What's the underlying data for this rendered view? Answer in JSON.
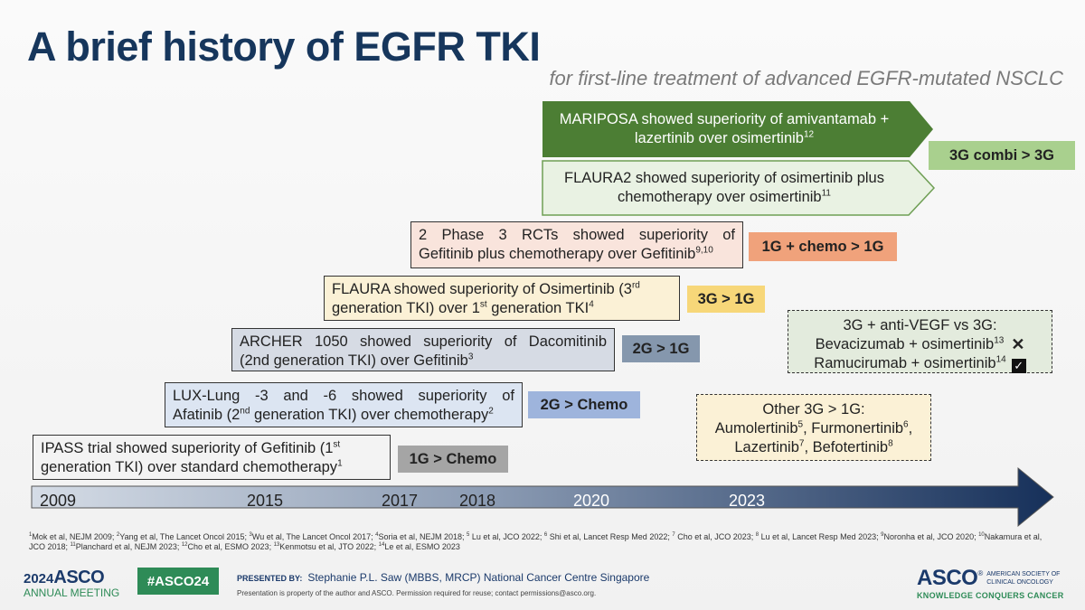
{
  "title": "A brief history of EGFR TKI",
  "subtitle": "for first-line treatment of advanced EGFR-mutated NSCLC",
  "boxes": {
    "mariposa": {
      "text": "MARIPOSA showed superiority of amivantamab + lazertinib over osimertinib",
      "sup": "12"
    },
    "flaura2": {
      "text": "FLAURA2 showed superiority of osimertinib plus chemotherapy over osimertinib",
      "sup": "11"
    },
    "phase3": {
      "line1": "2 Phase 3 RCTs showed superiority of",
      "line2": "Gefitinib plus chemotherapy over Gefitinib",
      "sup": "9,10"
    },
    "flaura": {
      "line1a": "FLAURA showed superiority of Osimertinib (3",
      "sup1": "rd",
      "line2a": "generation TKI) over 1",
      "sup2": "st",
      "line2b": " generation TKI",
      "sup3": "4"
    },
    "archer": {
      "line1": "ARCHER 1050 showed superiority of Dacomitinib",
      "line2": "(2nd generation TKI) over Gefitinib",
      "sup": "3"
    },
    "lux": {
      "line1": "LUX-Lung -3 and -6 showed superiority of",
      "line2a": "Afatinib (2",
      "sup1": "nd",
      "line2b": " generation TKI) over chemotherapy",
      "sup2": "2"
    },
    "ipass": {
      "line1a": "IPASS trial showed superiority of Gefitinib (1",
      "sup1": "st",
      "line2": "generation TKI) over standard chemotherapy",
      "sup2": "1"
    }
  },
  "tags": {
    "combi": "3G combi > 3G",
    "chemo1g": "1G + chemo > 1G",
    "g3g1": "3G > 1G",
    "g2g1": "2G > 1G",
    "g2chemo": "2G > Chemo",
    "g1chemo": "1G > Chemo"
  },
  "vegf": {
    "heading": "3G + anti-VEGF vs 3G:",
    "row1": "Bevacizumab + osimertinib",
    "row1_sup": "13",
    "row1_mark": "✕",
    "row2": "Ramucirumab + osimertinib",
    "row2_sup": "14",
    "row2_mark": "✓"
  },
  "other": {
    "heading": "Other 3G > 1G:",
    "a": "Aumolertinib",
    "a_sup": "5",
    "b": "Furmonertinib",
    "b_sup": "6",
    "c": "Lazertinib",
    "c_sup": "7",
    "d": "Befotertinib",
    "d_sup": "8"
  },
  "timeline": {
    "years": [
      "2009",
      "2015",
      "2017",
      "2018",
      "2020",
      "2023"
    ]
  },
  "references": [
    {
      "n": "1",
      "t": "Mok et al, NEJM 2009; "
    },
    {
      "n": "2",
      "t": "Yang et al, The Lancet Oncol 2015; "
    },
    {
      "n": "3",
      "t": "Wu et al, The Lancet Oncol 2017; "
    },
    {
      "n": "4",
      "t": "Soria et al, NEJM 2018; "
    },
    {
      "n": "5",
      "t": " Lu et al, JCO 2022; "
    },
    {
      "n": "6",
      "t": " Shi et al, Lancet Resp Med 2022; "
    },
    {
      "n": "7",
      "t": " Cho et al, JCO 2023; "
    },
    {
      "n": "8",
      "t": " Lu et al, Lancet Resp Med 2023; "
    },
    {
      "n": "9",
      "t": "Noronha et al, JCO 2020; "
    },
    {
      "n": "10",
      "t": "Nakamura et al, JCO 2018; "
    },
    {
      "n": "11",
      "t": "Planchard et al, NEJM 2023; "
    },
    {
      "n": "12",
      "t": "Cho et al, ESMO 2023; "
    },
    {
      "n": "13",
      "t": "Kenmotsu et al, JTO 2022; "
    },
    {
      "n": "14",
      "t": "Le et al, ESMO 2023"
    }
  ],
  "footer": {
    "year": "2024",
    "asco": "ASCO",
    "annual_meeting": "ANNUAL MEETING",
    "hashtag": "#ASCO24",
    "presented_by_label": "PRESENTED BY:",
    "presenter": "Stephanie P.L. Saw (MBBS, MRCP) National Cancer Centre Singapore",
    "notice": "Presentation is property of the author and ASCO. Permission required for reuse; contact permissions@asco.org.",
    "logo_text": "ASCO",
    "society_line1": "AMERICAN SOCIETY OF",
    "society_line2": "CLINICAL ONCOLOGY",
    "tagline": "KNOWLEDGE CONQUERS CANCER"
  },
  "colors": {
    "title": "#16365c",
    "dark_green": "#4c7e34",
    "light_green": "#e9f2e3",
    "tag_green": "#a9d08e",
    "salmon_box": "#f9e4dc",
    "salmon_tag": "#f0a27b",
    "yellow_box": "#fbf1d6",
    "yellow_tag": "#f7d779",
    "gray_box": "#d6dbe4",
    "gray_tag": "#8597ad",
    "blue_box": "#dce5f2",
    "blue_tag": "#9eb4dc",
    "tag_1g": "#a5a5a5",
    "asco_blue": "#1b3a6b",
    "asco_green": "#2e8b57"
  }
}
